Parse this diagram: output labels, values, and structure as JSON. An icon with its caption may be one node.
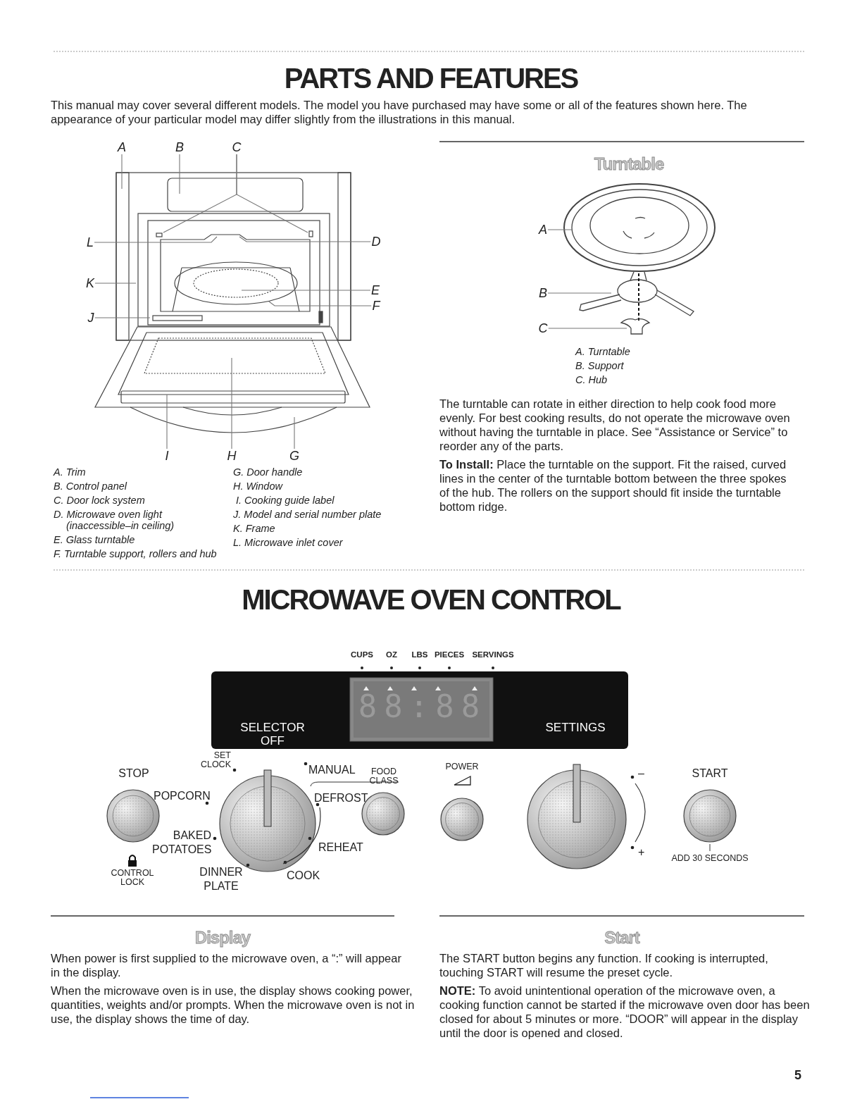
{
  "diagram": {
    "title": "PARTS AND FEATURES",
    "nodes": [
      {
        "text": [
          "A"
        ]
      },
      {
        "text": [
          "B"
        ]
      },
      {
        "text": [
          "C"
        ]
      },
      {
        "text": [
          "D"
        ]
      },
      {
        "text": [
          "E"
        ]
      },
      {
        "text": [
          "F"
        ]
      },
      {
        "text": [
          "G"
        ]
      },
      {
        "text": [
          "H"
        ]
      },
      {
        "text": [
          "I"
        ]
      },
      {
        "text": [
          "J"
        ]
      },
      {
        "text": [
          "K"
        ]
      },
      {
        "text": [
          "L"
        ]
      },
      {
        "text": [
          "A"
        ]
      },
      {
        "text": [
          "B"
        ]
      },
      {
        "text": [
          "C"
        ]
      }
    ],
    "edges": [
      {
        "from": 0,
        "to": null,
        "arrow": "none"
      },
      {
        "from": 1,
        "to": null,
        "arrow": "none"
      },
      {
        "from": 2,
        "to": null,
        "arrow": "none"
      },
      {
        "from": 2,
        "to": null,
        "arrow": "none"
      },
      {
        "from": 3,
        "to": null,
        "arrow": "none"
      },
      {
        "from": 4,
        "to": null,
        "arrow": "none"
      },
      {
        "from": 5,
        "to": null,
        "arrow": "none"
      },
      {
        "from": 6,
        "to": null,
        "arrow": "none"
      },
      {
        "from": 7,
        "to": null,
        "arrow": "none"
      },
      {
        "from": 8,
        "to": null,
        "arrow": "none"
      },
      {
        "from": 9,
        "to": null,
        "arrow": "none"
      },
      {
        "from": 10,
        "to": null,
        "arrow": "none"
      },
      {
        "from": 11,
        "to": null,
        "arrow": "none"
      },
      {
        "from": 12,
        "to": null,
        "arrow": "none"
      },
      {
        "from": 13,
        "to": null,
        "arrow": "none"
      },
      {
        "from": 14,
        "to": null,
        "arrow": "none"
      }
    ],
    "labels": [
      "This manual may cover several different models. The model you have purchased may have some or all of the features shown here. The appearance of your particular model may differ slightly from the illustrations in this manual.",
      "A. Trim",
      "B. Control panel",
      "C. Door lock system",
      "D. Microwave oven light (inaccessible–in ceiling)",
      "E. Glass turntable",
      "F. Turntable support, rollers and hub",
      "G. Door handle",
      "H. Window",
      "I. Cooking guide label",
      "J. Model and serial number plate",
      "K. Frame",
      "L. Microwave inlet cover",
      "Turntable",
      "A. Turntable",
      "B. Support",
      "C. Hub",
      "The turntable can rotate in either direction to help cook food more evenly. For best cooking results, do not operate the microwave oven without having the turntable in place. See “Assistance or Service” to reorder any of the parts.",
      "**To Install:** Place the turntable on the support. Fit the raised, curved lines in the center of the turntable bottom between the three spokes of the hub. The rollers on the support should fit inside the turntable bottom ridge.",
      "MICROWAVE OVEN CONTROL",
      "CUPS",
      "OZ",
      "LBS",
      "PIECES",
      "SERVINGS",
      "88:88",
      "SELECTOR",
      "OFF",
      "SETTINGS",
      "STOP",
      "SET CLOCK",
      "MANUAL",
      "FOOD CLASS",
      "POWER",
      "START",
      "POPCORN",
      "DEFROST",
      "BAKED POTATOES",
      "REHEAT",
      "–",
      "+",
      "ADD 30 SECONDS",
      "CONTROL LOCK",
      "DINNER PLATE",
      "COOK",
      "Display",
      "When power is first supplied to the microwave oven, a “:” will appear in the display.",
      "When the microwave oven is in use, the display shows cooking power, quantities, weights and/or prompts. When the microwave oven is not in use, the display shows the time of day.",
      "Start",
      "The START button begins any function. If cooking is interrupted, touching START will resume the preset cycle.",
      "**NOTE:** To avoid unintentional operation of the microwave oven, a cooking function cannot be started if the microwave oven door has been closed for about 5 minutes or more. “DOOR” will appear in the display until the door is opened and closed.",
      "5"
    ]
  }
}
